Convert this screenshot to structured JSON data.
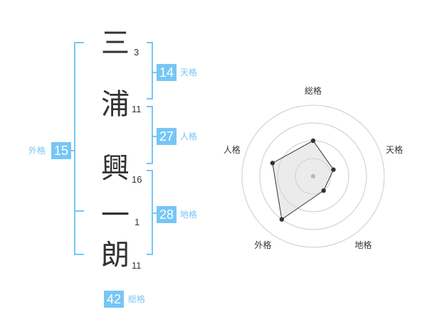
{
  "name": {
    "chars": [
      {
        "char": "三",
        "strokes": "3"
      },
      {
        "char": "浦",
        "strokes": "11"
      },
      {
        "char": "興",
        "strokes": "16"
      },
      {
        "char": "一",
        "strokes": "1"
      },
      {
        "char": "朗",
        "strokes": "11"
      }
    ]
  },
  "kaku": {
    "tenkaku": {
      "label": "天格",
      "value": "14"
    },
    "jinkaku": {
      "label": "人格",
      "value": "27"
    },
    "chikaku": {
      "label": "地格",
      "value": "28"
    },
    "gaikaku": {
      "label": "外格",
      "value": "15"
    },
    "soukaku": {
      "label": "総格",
      "value": "42"
    }
  },
  "colors": {
    "accent": "#76c6f5",
    "text": "#333333"
  },
  "chart_data": {
    "type": "radar",
    "axes": [
      "総格",
      "天格",
      "地格",
      "外格",
      "人格"
    ],
    "values": [
      0.5,
      0.3,
      0.25,
      0.75,
      0.6
    ],
    "max": 1,
    "rings": 4,
    "center_dot": true
  }
}
